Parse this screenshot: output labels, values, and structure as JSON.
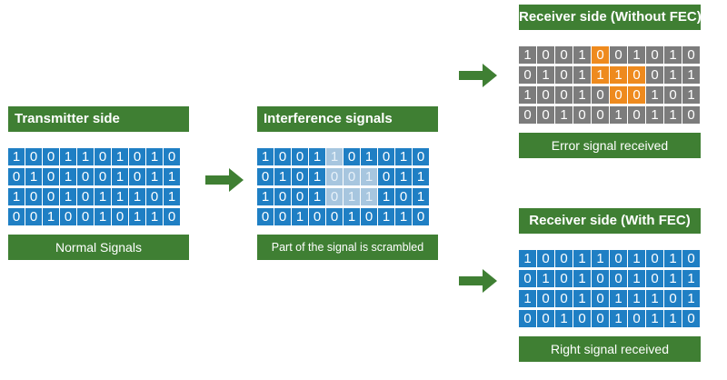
{
  "transmitter": {
    "title": "Transmitter side",
    "caption": "Normal Signals",
    "rows": [
      [
        1,
        0,
        0,
        1,
        1,
        0,
        1,
        0,
        1,
        0
      ],
      [
        0,
        1,
        0,
        1,
        0,
        0,
        1,
        0,
        1,
        1
      ],
      [
        1,
        0,
        0,
        1,
        0,
        1,
        1,
        1,
        0,
        1
      ],
      [
        0,
        0,
        1,
        0,
        0,
        1,
        0,
        1,
        1,
        0
      ]
    ]
  },
  "interference": {
    "title": "Interference signals",
    "caption": "Part of the signal is scrambled",
    "rows": [
      [
        1,
        0,
        0,
        1,
        1,
        0,
        1,
        0,
        1,
        0
      ],
      [
        0,
        1,
        0,
        1,
        0,
        0,
        1,
        0,
        1,
        1
      ],
      [
        1,
        0,
        0,
        1,
        0,
        1,
        1,
        1,
        0,
        1
      ],
      [
        0,
        0,
        1,
        0,
        0,
        1,
        0,
        1,
        1,
        0
      ]
    ],
    "scrambled": [
      [
        0,
        4
      ],
      [
        1,
        4
      ],
      [
        1,
        5
      ],
      [
        1,
        6
      ],
      [
        2,
        4
      ],
      [
        2,
        5
      ],
      [
        2,
        6
      ]
    ]
  },
  "receiver_without_fec": {
    "title": "Receiver side (Without FEC)",
    "caption": "Error signal received",
    "rows": [
      [
        1,
        0,
        0,
        1,
        0,
        0,
        1,
        0,
        1,
        0
      ],
      [
        0,
        1,
        0,
        1,
        1,
        1,
        0,
        0,
        1,
        1
      ],
      [
        1,
        0,
        0,
        1,
        0,
        0,
        0,
        1,
        0,
        1
      ],
      [
        0,
        0,
        1,
        0,
        0,
        1,
        0,
        1,
        1,
        0
      ]
    ],
    "errors": [
      [
        0,
        4
      ],
      [
        1,
        4
      ],
      [
        1,
        5
      ],
      [
        1,
        6
      ],
      [
        2,
        5
      ],
      [
        2,
        6
      ]
    ]
  },
  "receiver_with_fec": {
    "title": "Receiver side (With FEC)",
    "caption": "Right signal received",
    "rows": [
      [
        1,
        0,
        0,
        1,
        1,
        0,
        1,
        0,
        1,
        0
      ],
      [
        0,
        1,
        0,
        1,
        0,
        0,
        1,
        0,
        1,
        1
      ],
      [
        1,
        0,
        0,
        1,
        0,
        1,
        1,
        1,
        0,
        1
      ],
      [
        0,
        0,
        1,
        0,
        0,
        1,
        0,
        1,
        1,
        0
      ]
    ]
  },
  "colors": {
    "header_green": "#3f7f33",
    "bit_blue": "#1f7fc4",
    "bit_scrambled": "#a7c6df",
    "bit_gray": "#7c7c7c",
    "bit_error": "#ee8a1e",
    "arrow_green": "#3f7f33"
  }
}
